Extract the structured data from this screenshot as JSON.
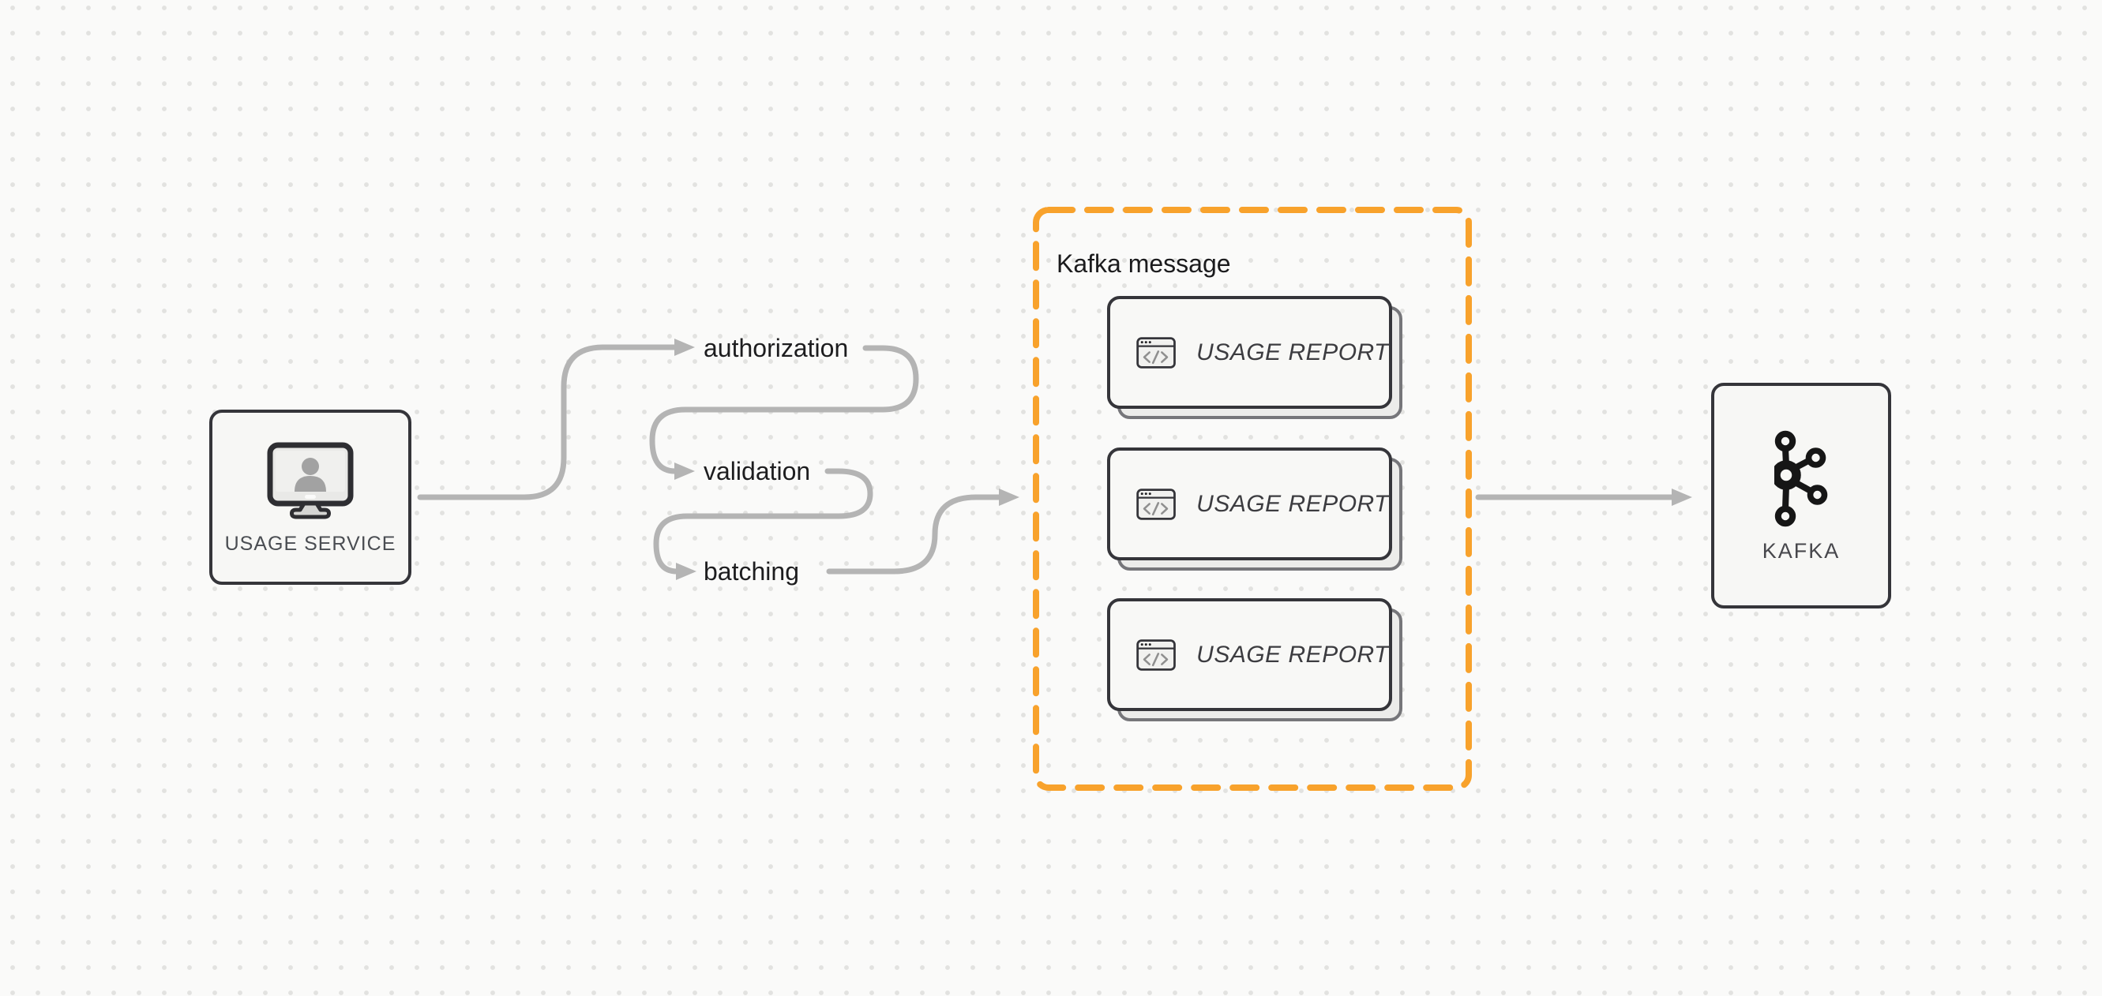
{
  "colors": {
    "bg": "#fafaf9",
    "dot": "#e2e2e0",
    "accent_orange": "#f8a22c",
    "connector": "#b4b4b4",
    "node_border": "#35353a",
    "node_bg": "#f7f7f5",
    "shadow_border": "#76767a",
    "shadow_bg": "#ececea",
    "ink": "#1d1d1f",
    "muted_ink": "#4a4d52",
    "report_ink": "#3c3c40"
  },
  "nodes": {
    "usage_service": {
      "label": "USAGE SERVICE",
      "icon": "user-monitor-icon"
    },
    "kafka": {
      "label": "KAFKA",
      "icon": "kafka-logo-icon"
    }
  },
  "steps": [
    {
      "label": "authorization"
    },
    {
      "label": "validation"
    },
    {
      "label": "batching"
    }
  ],
  "kafka_message_group": {
    "title": "Kafka message",
    "card_icon": "code-window-icon",
    "cards": [
      {
        "label": "USAGE REPORT"
      },
      {
        "label": "USAGE REPORT"
      },
      {
        "label": "USAGE REPORT"
      }
    ]
  }
}
